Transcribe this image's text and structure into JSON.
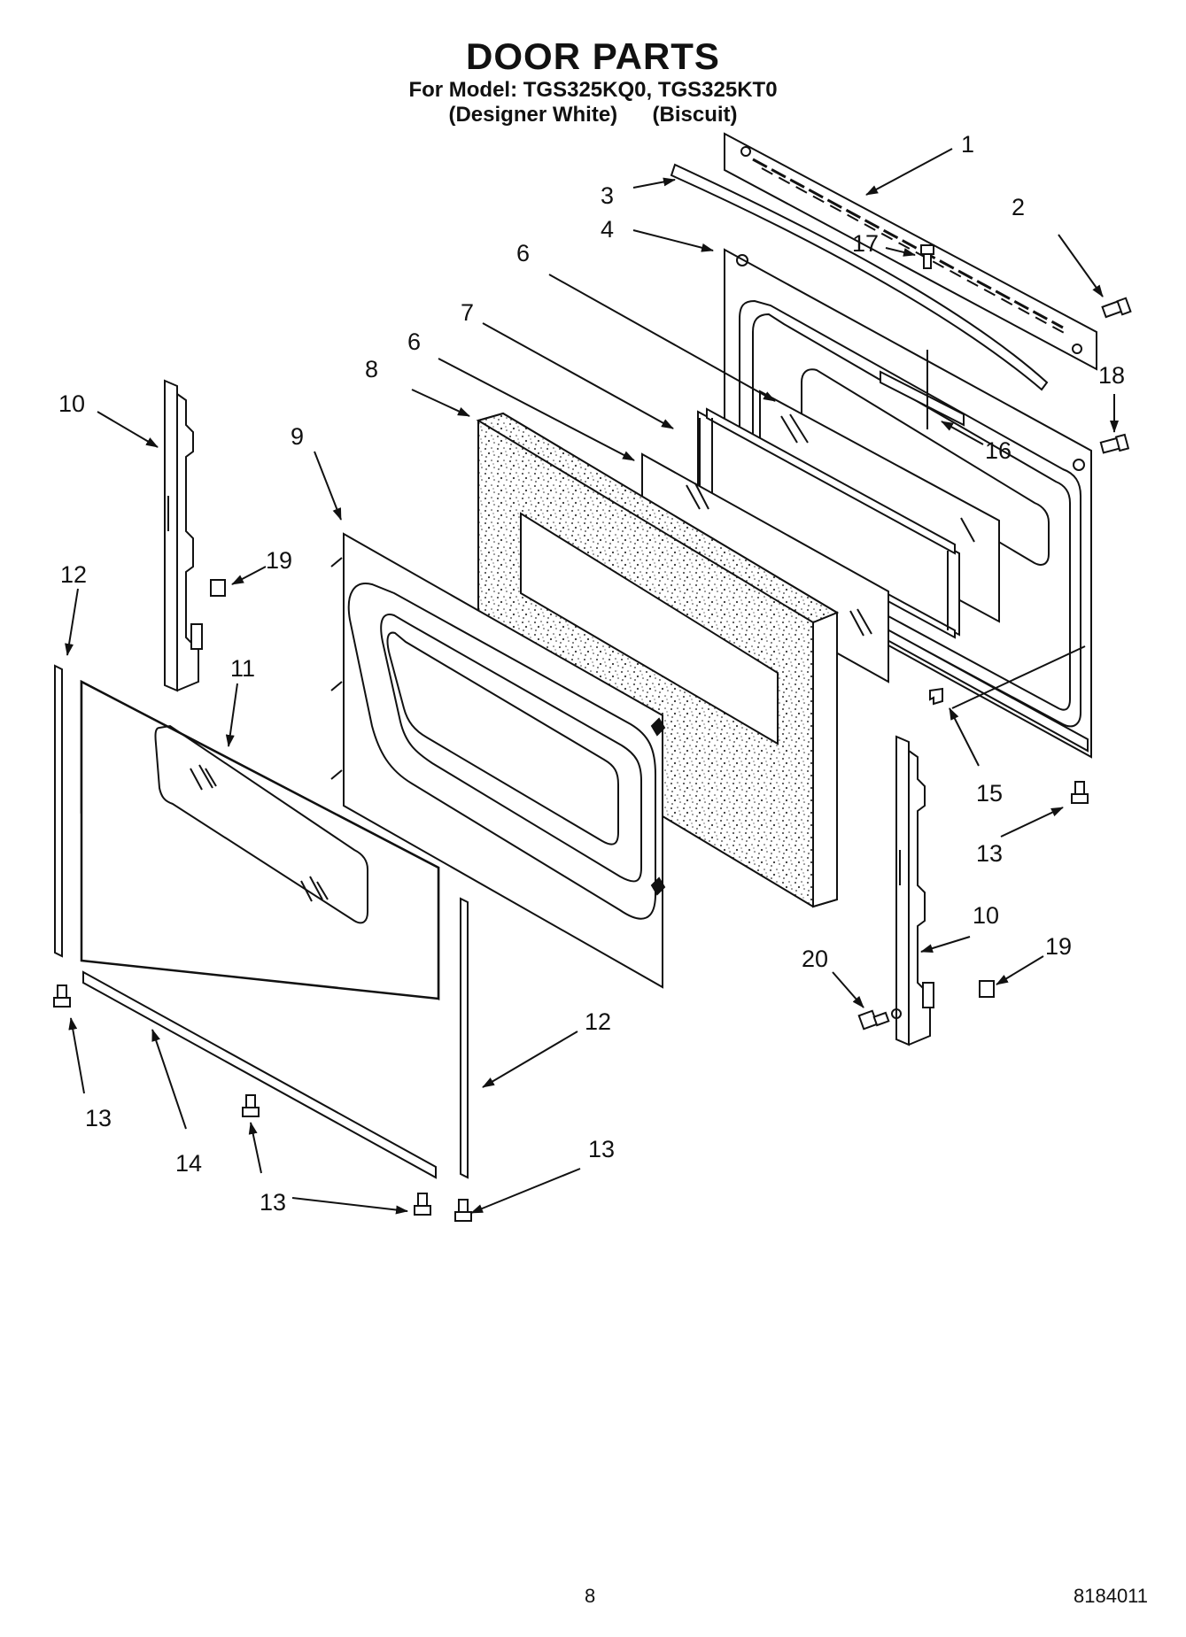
{
  "header": {
    "title": "DOOR PARTS",
    "model_line": "For Model: TGS325KQ0, TGS325KT0",
    "color_1": "(Designer White)",
    "color_2": "(Biscuit)"
  },
  "callouts": [
    "1",
    "2",
    "3",
    "4",
    "6",
    "7",
    "6",
    "8",
    "17",
    "18",
    "16",
    "10",
    "9",
    "19",
    "12",
    "11",
    "15",
    "13",
    "10",
    "20",
    "19",
    "12",
    "13",
    "14",
    "13",
    "13"
  ],
  "footer": {
    "page_number": "8",
    "doc_number": "8184011"
  }
}
